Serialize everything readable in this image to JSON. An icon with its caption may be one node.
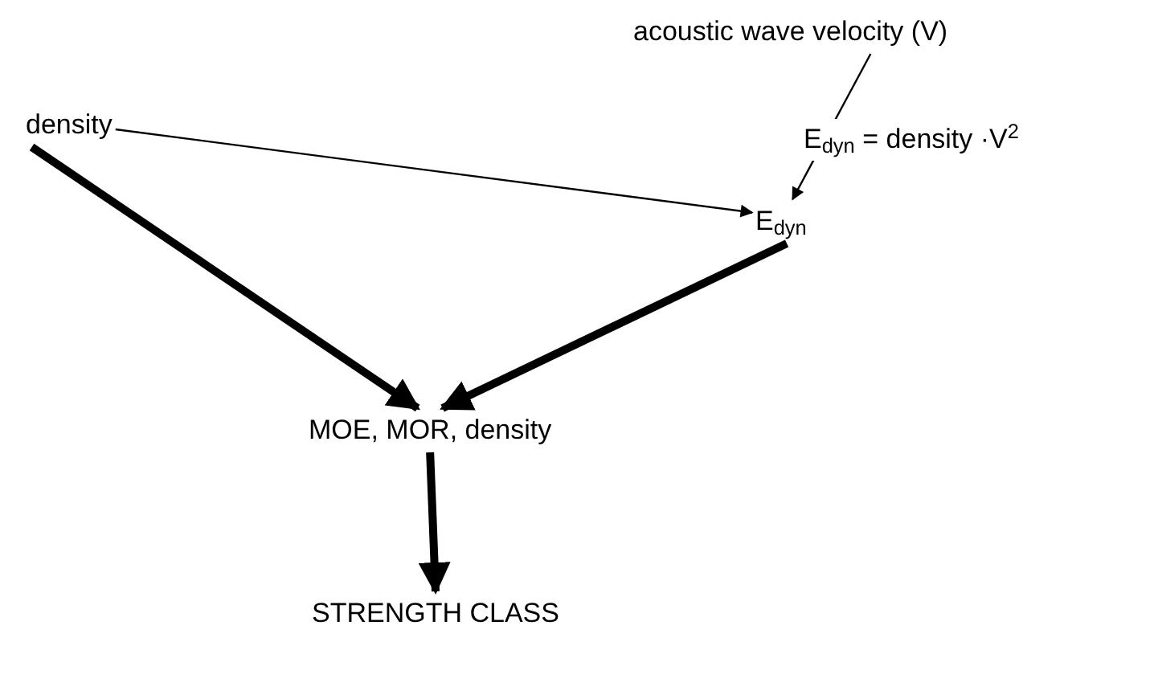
{
  "diagram": {
    "nodes": [
      {
        "text": [
          "density"
        ]
      },
      {
        "text": [
          "acoustic wave velocity (V)"
        ]
      },
      {
        "text": [
          "E$_{dyn}$"
        ]
      },
      {
        "text": [
          "MOE, MOR, density"
        ]
      },
      {
        "text": [
          "STRENGTH CLASS"
        ]
      }
    ],
    "edges": [
      {
        "from": 0,
        "to": 2,
        "arrow": "to"
      },
      {
        "from": 1,
        "to": 2,
        "arrow": "to",
        "label": "E$_{dyn}$ = density ·V$^{2}$"
      },
      {
        "from": 0,
        "to": 3,
        "arrow": "to"
      },
      {
        "from": 2,
        "to": 3,
        "arrow": "to"
      },
      {
        "from": 3,
        "to": 4,
        "arrow": "to"
      }
    ]
  }
}
